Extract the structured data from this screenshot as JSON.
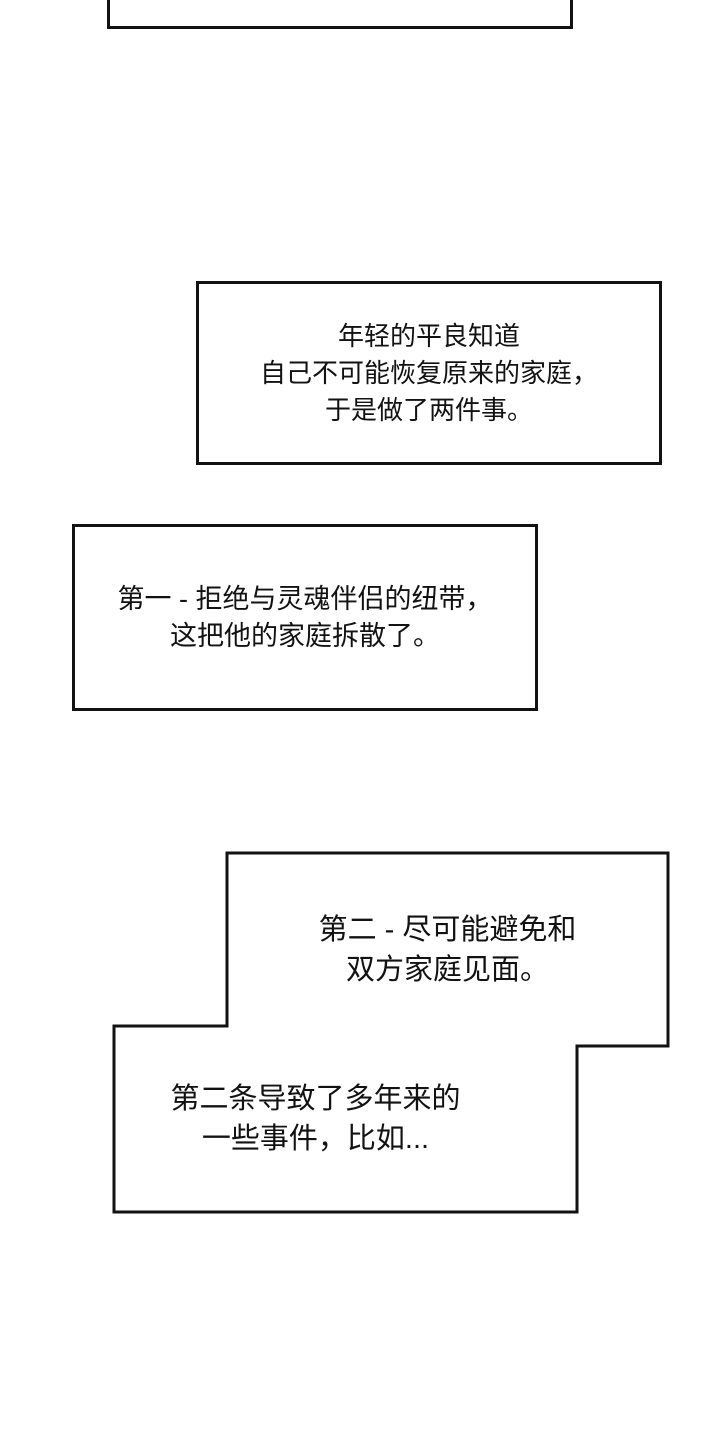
{
  "page": {
    "background": "#ffffff",
    "line_color": "#121212",
    "text_color": "#121212"
  },
  "panels": {
    "p1": {
      "lines": {
        "l0": "年轻的平良知道",
        "l1": "自己不可能恢复原来的家庭，",
        "l2": "于是做了两件事。"
      }
    },
    "p2": {
      "lines": {
        "l0": "第一 - 拒绝与灵魂伴侣的纽带，",
        "l1": "这把他的家庭拆散了。"
      }
    },
    "p3_upper": {
      "lines": {
        "l0": "第二 - 尽可能避免和",
        "l1": "双方家庭见面。"
      }
    },
    "p3_lower": {
      "lines": {
        "l0": "第二条导致了多年来的",
        "l1": "一些事件，比如..."
      }
    }
  }
}
